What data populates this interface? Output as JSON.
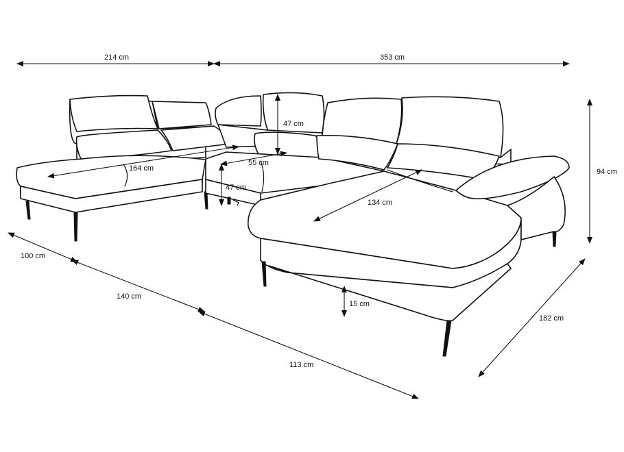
{
  "product": {
    "type": "U-shaped corner sofa",
    "style": "line drawing"
  },
  "dimensions": {
    "left_width": "214 cm",
    "right_width": "353 cm",
    "total_height": "94 cm",
    "left_chaise_length": "164 cm",
    "headrest_height": "47 cm",
    "seat_depth": "55 cm",
    "seat_height": "47 cm",
    "right_chaise_length": "134 cm",
    "leg_height": "15 cm",
    "left_depth": "100 cm",
    "middle_depth_a": "140 cm",
    "middle_depth_b": "113 cm",
    "right_depth": "182 cm"
  }
}
